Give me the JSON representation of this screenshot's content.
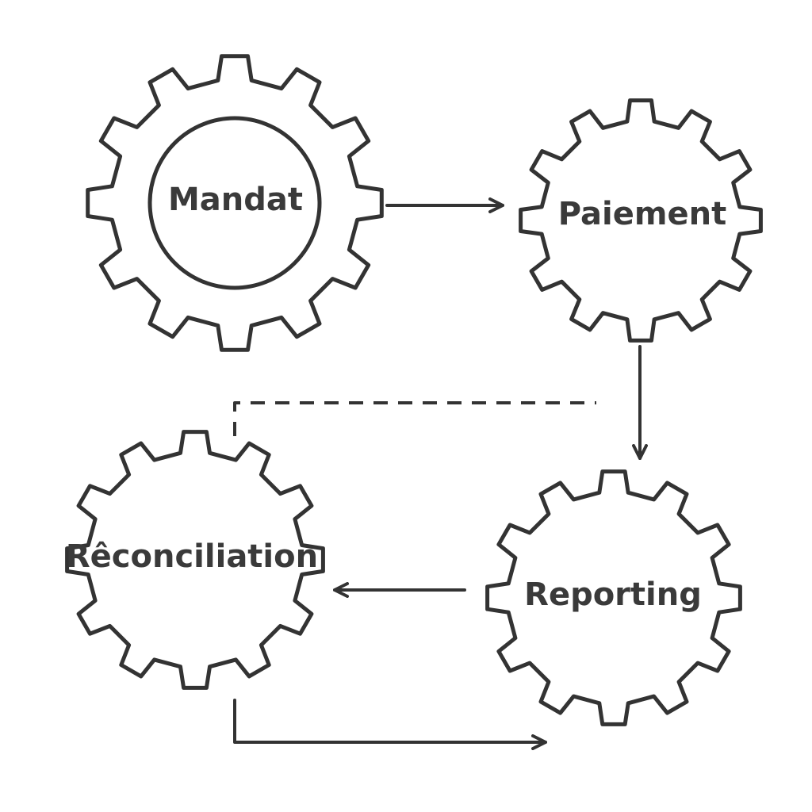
{
  "diagram": {
    "stroke_color": "#333333",
    "text_color": "#3a3a3a",
    "background": "#ffffff",
    "nodes": [
      {
        "id": "mandat",
        "label": "Mandat",
        "shape": "gear-with-hub"
      },
      {
        "id": "paiement",
        "label": "Paiement",
        "shape": "gear"
      },
      {
        "id": "reconciliation",
        "label": "Rêconciliation",
        "shape": "gear"
      },
      {
        "id": "reporting",
        "label": "Reporting",
        "shape": "gear"
      }
    ],
    "edges": [
      {
        "from": "mandat",
        "to": "paiement",
        "style": "solid",
        "arrow": "end"
      },
      {
        "from": "paiement",
        "to": "reporting",
        "style": "solid",
        "arrow": "end"
      },
      {
        "from": "reporting",
        "to": "reconciliation",
        "style": "solid",
        "arrow": "end"
      },
      {
        "from": "reconciliation",
        "to": "reporting",
        "style": "solid",
        "arrow": "end"
      },
      {
        "from": "reconciliation",
        "to": "paiement",
        "style": "dashed",
        "arrow": "none"
      }
    ]
  }
}
